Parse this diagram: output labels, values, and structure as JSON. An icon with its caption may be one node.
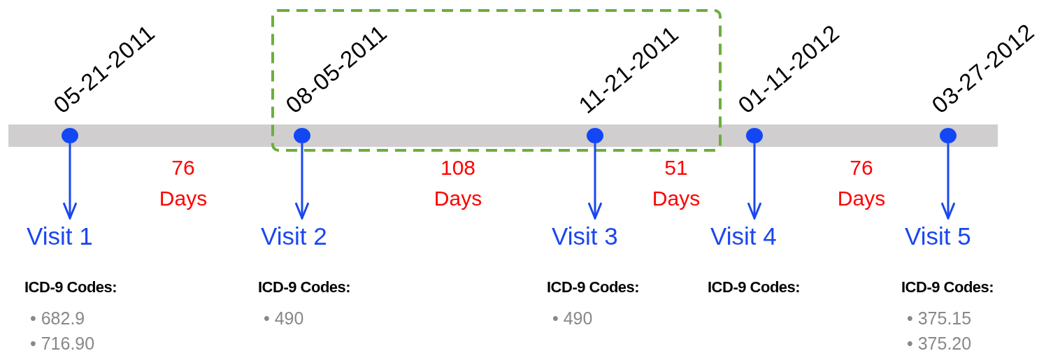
{
  "diagram": {
    "nodes": [
      {
        "text": [],
        "shape": "circle",
        "beside": [
          "05-21-2011"
        ]
      },
      {
        "text": [],
        "shape": "circle",
        "beside": [
          "08-05-2011"
        ]
      },
      {
        "text": [],
        "shape": "circle",
        "beside": [
          "11-21-2011"
        ]
      },
      {
        "text": [],
        "shape": "circle",
        "beside": [
          "01-11-2012"
        ]
      },
      {
        "text": [],
        "shape": "circle",
        "beside": [
          "03-27-2012"
        ]
      },
      {
        "text": [
          "Visit 1"
        ],
        "beside": [
          "ICD-9 Codes:",
          "• 682.9",
          "• 716.90"
        ]
      },
      {
        "text": [
          "Visit 2"
        ],
        "beside": [
          "ICD-9 Codes:",
          "• 490"
        ]
      },
      {
        "text": [
          "Visit 3"
        ],
        "beside": [
          "ICD-9 Codes:",
          "• 490"
        ]
      },
      {
        "text": [
          "Visit 4"
        ],
        "beside": [
          "ICD-9 Codes:"
        ]
      },
      {
        "text": [
          "Visit 5"
        ],
        "beside": [
          "ICD-9 Codes:",
          "• 375.15",
          "• 375.20"
        ]
      }
    ],
    "edges": [
      {
        "from": 0,
        "to": 5,
        "arrow": "to"
      },
      {
        "from": 1,
        "to": 6,
        "arrow": "to"
      },
      {
        "from": 2,
        "to": 7,
        "arrow": "to"
      },
      {
        "from": 3,
        "to": 8,
        "arrow": "to"
      },
      {
        "from": 4,
        "to": 9,
        "arrow": "to"
      }
    ],
    "labels": [
      "76 Days",
      "108 Days",
      "51 Days",
      "76 Days"
    ]
  }
}
